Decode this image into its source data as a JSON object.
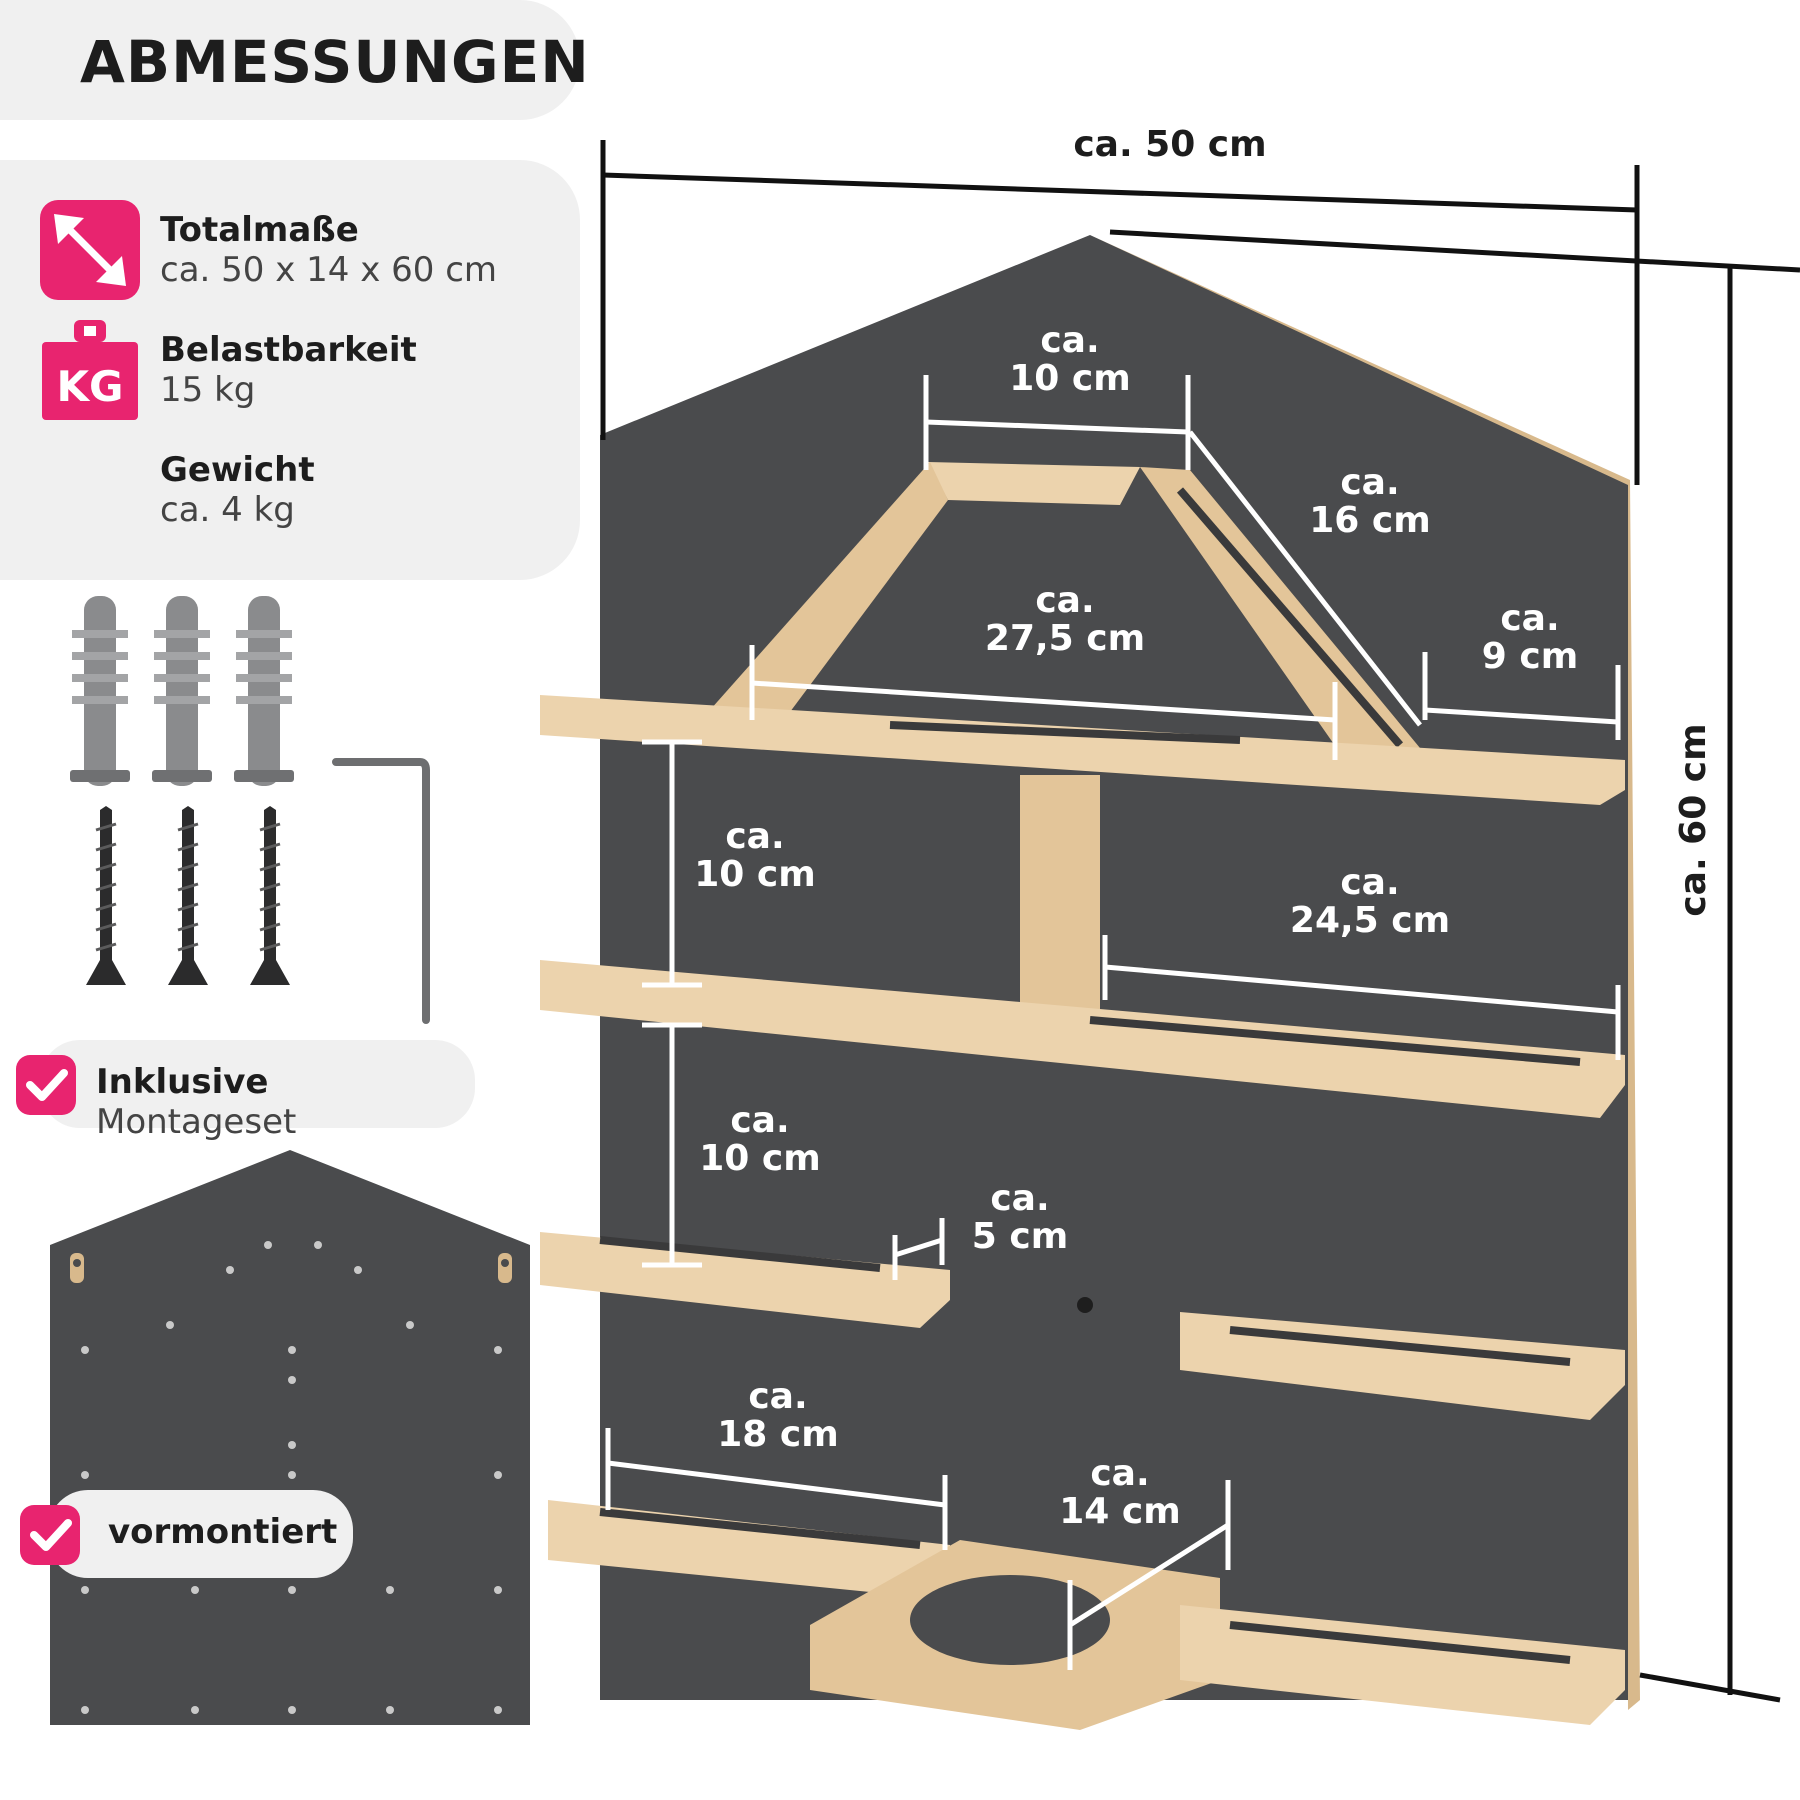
{
  "header": {
    "title": "ABMESSUNGEN"
  },
  "specs": [
    {
      "icon": "resize-arrows-icon",
      "label": "Totalmaße",
      "value": "ca. 50 x 14 x 60 cm"
    },
    {
      "icon": "weight-kg-icon",
      "icon_text": "KG",
      "label": "Belastbarkeit",
      "value": "15 kg"
    },
    {
      "icon": "",
      "label": "Gewicht",
      "value": "ca. 4 kg"
    }
  ],
  "badges": {
    "montage": {
      "bold": "Inklusive",
      "rest": " Montageset"
    },
    "vormontiert": {
      "bold": "vormontiert"
    }
  },
  "dimensions": {
    "width": "ca. 50 cm",
    "height": "ca. 60 cm",
    "roof_top": "ca.\n10 cm",
    "roof_slope": "ca.\n16 cm",
    "roof_base": "ca.\n27,5 cm",
    "right_top": "ca.\n9 cm",
    "shelf_gap_1": "ca.\n10 cm",
    "mid_right": "ca.\n24,5 cm",
    "shelf_gap_2": "ca.\n10 cm",
    "small_depth": "ca.\n5 cm",
    "bottom_left": "ca.\n18 cm",
    "bottom_mid": "ca.\n14 cm"
  },
  "colors": {
    "accent": "#e8246f",
    "board": "#4a4b4d",
    "wood": "#ecd3ad",
    "wood_edge": "#d7b78a",
    "panel_bg": "#f0f0f0"
  }
}
